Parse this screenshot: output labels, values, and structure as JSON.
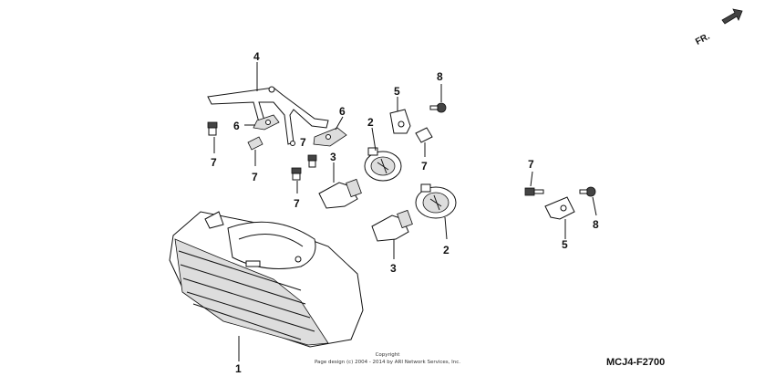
{
  "direction_label": "FR.",
  "diagram_code": "MCJ4-F2700",
  "copyright": {
    "line1": "Copyright",
    "line2": "Page design (c) 2004 - 2014 by ARI Network Services, Inc."
  },
  "callouts": [
    {
      "id": "lens",
      "text": "1"
    },
    {
      "id": "socket-upper",
      "text": "2"
    },
    {
      "id": "socket-lower",
      "text": "2"
    },
    {
      "id": "bulb-upper",
      "text": "3"
    },
    {
      "id": "bulb-lower",
      "text": "3"
    },
    {
      "id": "stay",
      "text": "4"
    },
    {
      "id": "bracket-upper",
      "text": "5"
    },
    {
      "id": "bracket-lower",
      "text": "5"
    },
    {
      "id": "damper-left",
      "text": "6"
    },
    {
      "id": "damper-right",
      "text": "6"
    },
    {
      "id": "grommet-a",
      "text": "7"
    },
    {
      "id": "grommet-b",
      "text": "7"
    },
    {
      "id": "grommet-c",
      "text": "7"
    },
    {
      "id": "grommet-d",
      "text": "7"
    },
    {
      "id": "grommet-e",
      "text": "7"
    },
    {
      "id": "grommet-f",
      "text": "7"
    },
    {
      "id": "screw-upper",
      "text": "8"
    },
    {
      "id": "screw-lower",
      "text": "8"
    }
  ]
}
